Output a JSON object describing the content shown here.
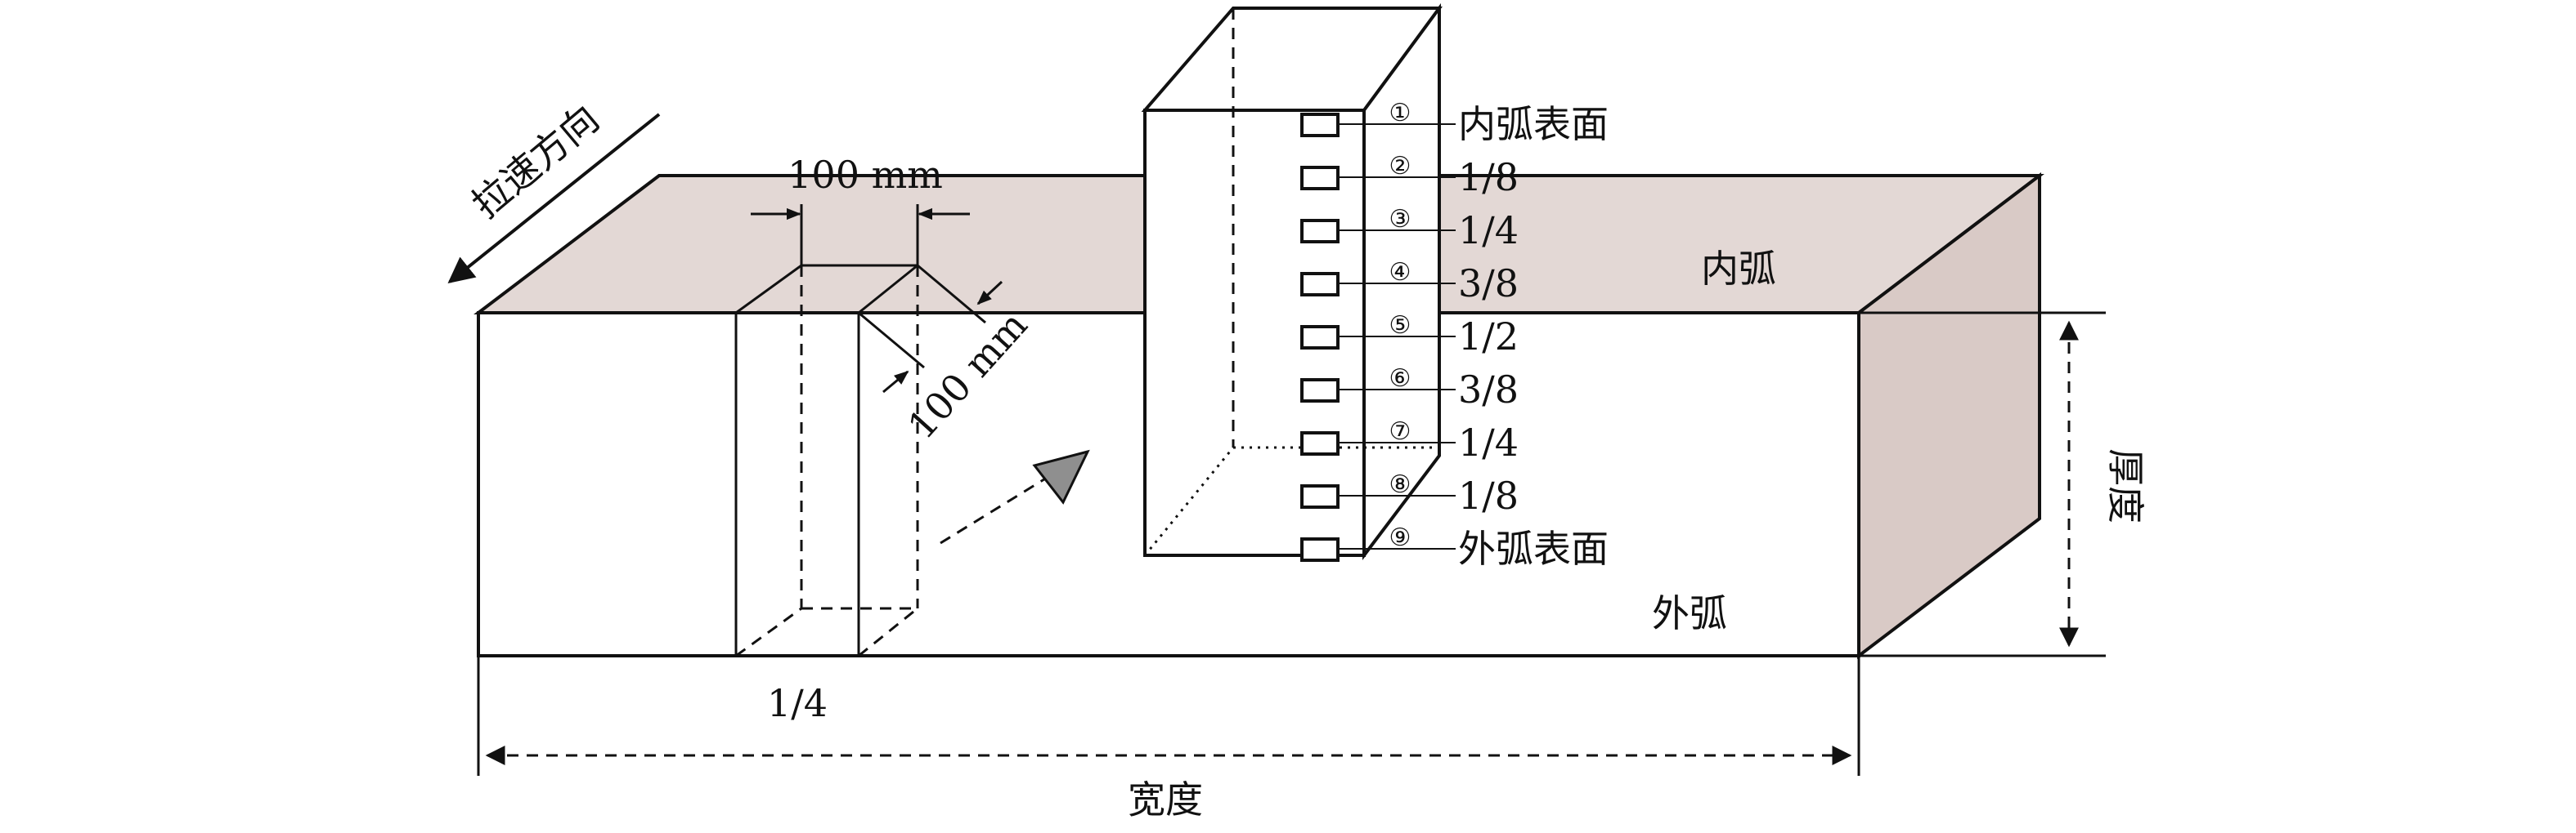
{
  "labels": {
    "direction": "拉速方向",
    "dim_top": "100 mm",
    "dim_side": "100 mm",
    "inner_arc": "内弧",
    "outer_arc": "外弧",
    "quarter": "1/4",
    "width": "宽度",
    "thickness": "厚度"
  },
  "sample_points": [
    {
      "mark": "①",
      "label": "内弧表面"
    },
    {
      "mark": "②",
      "label": "1/8"
    },
    {
      "mark": "③",
      "label": "1/4"
    },
    {
      "mark": "④",
      "label": "3/8"
    },
    {
      "mark": "⑤",
      "label": "1/2"
    },
    {
      "mark": "⑥",
      "label": "3/8"
    },
    {
      "mark": "⑦",
      "label": "1/4"
    },
    {
      "mark": "⑧",
      "label": "1/8"
    },
    {
      "mark": "⑨",
      "label": "外弧表面"
    }
  ],
  "colors": {
    "top_face": "#e3d8d5",
    "side_face": "#d9cac6",
    "arrow_fill": "#8f8f8f",
    "line": "#111111"
  }
}
